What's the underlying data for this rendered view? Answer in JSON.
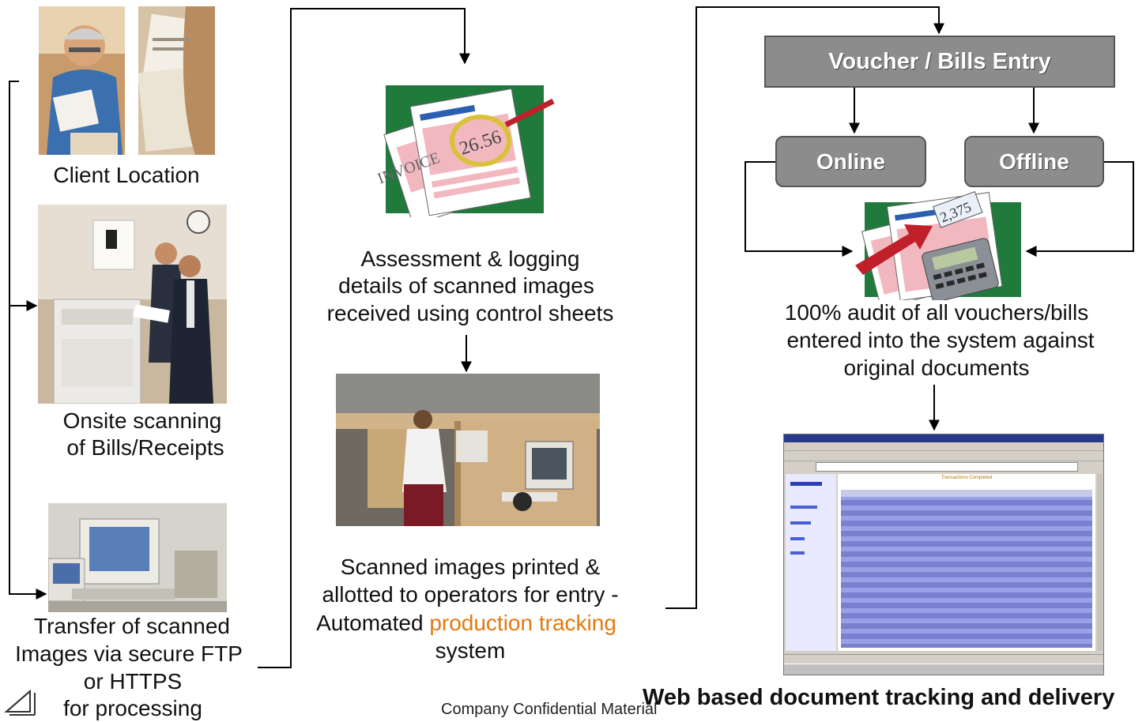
{
  "left_column": {
    "client_location": "Client Location",
    "onsite_scanning_line1": "Onsite scanning",
    "onsite_scanning_line2": "of Bills/Receipts",
    "transfer_line1": "Transfer of scanned",
    "transfer_line2": "Images via secure FTP",
    "transfer_line3": "or HTTPS",
    "transfer_line4": "for processing"
  },
  "middle_column": {
    "invoice_word": "INVOICE",
    "invoice_amount": "26.56",
    "assessment_line1": "Assessment & logging",
    "assessment_line2": "details of scanned images",
    "assessment_line3": "received using control sheets",
    "scanned_line1": "Scanned images printed &",
    "scanned_line2": "allotted to operators for entry -",
    "scanned_line3_prefix": "Automated ",
    "scanned_line3_highlight": "production tracking",
    "scanned_line4": "system"
  },
  "right_column": {
    "voucher_entry": "Voucher / Bills Entry",
    "online": "Online",
    "offline": "Offline",
    "voucher_amount": "2,375",
    "audit_line1": "100% audit of all vouchers/bills",
    "audit_line2": "entered into the system against",
    "audit_line3": "original documents",
    "screenshot_banner": "Transactions Completed"
  },
  "footer": {
    "confidential": "Company Confidential Material",
    "web_based": "Web based document tracking and delivery"
  },
  "colors": {
    "box_fill": "#8c8c8c",
    "accent": "#e07a10",
    "invoice_green": "#1f7a3c",
    "page_pink": "#f2b8c0",
    "screen_table_blue": "#7a7fd0"
  }
}
